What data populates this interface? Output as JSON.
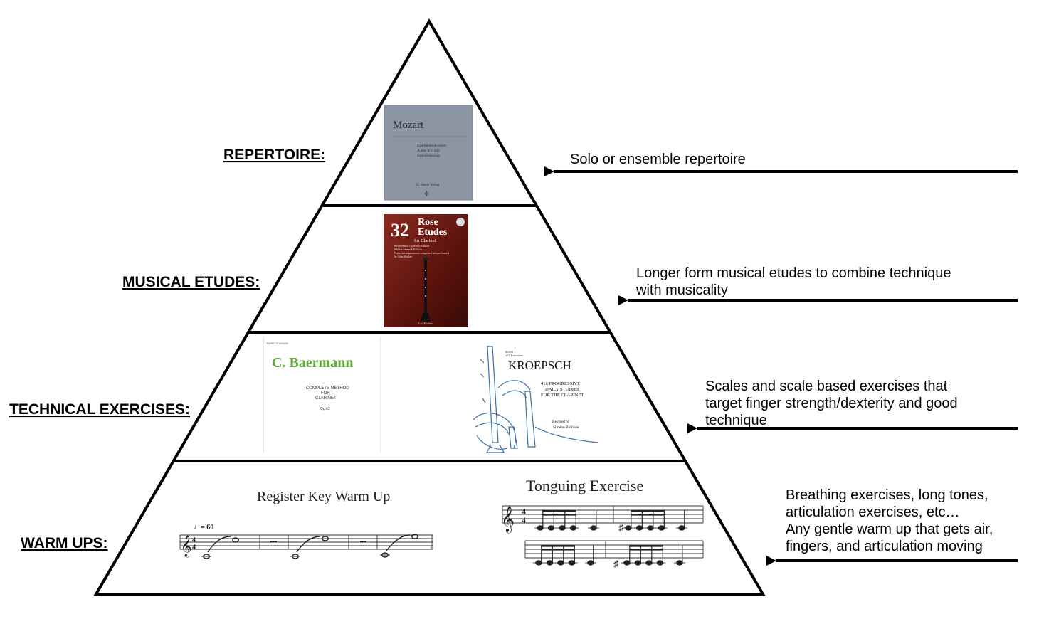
{
  "levels": [
    {
      "label": "REPERTOIRE:",
      "description": [
        "Solo or ensemble repertoire"
      ],
      "books": [
        {
          "title": "Mozart",
          "subtitle": [
            "Klarinettenkonzert",
            "A-dur KV 622",
            "Klavierauszug"
          ],
          "publisher": "G. Henle Verlag",
          "color": "#8b95a3"
        }
      ]
    },
    {
      "label": "MUSICAL ETUDES:",
      "description": [
        "Longer form musical etudes to combine technique",
        "with musicality"
      ],
      "books": [
        {
          "number": "32",
          "title_lines": [
            "Rose",
            "Etudes"
          ],
          "subtitle": "for Clarinet",
          "fine_print": [
            "Revised and Corrected Edition",
            "Melvin Shaneck Edition",
            "Piano accompaniment composed and performed",
            "by John Walker"
          ],
          "publisher": "Carl Fischer",
          "color": "#6b1a14"
        }
      ]
    },
    {
      "label": "TECHNICAL EXERCISES:",
      "description": [
        "Scales and scale based exercises that",
        "target finger strength/dexterity and good",
        "technique"
      ],
      "books": [
        {
          "series": "THIRD DIVISION",
          "title": "C. Baermann",
          "subtitle": [
            "COMPLETE METHOD",
            "FOR",
            "CLARINET"
          ],
          "opus": "Op.63",
          "title_color": "#5fae3a"
        },
        {
          "book": [
            "BOOK 1",
            "167 Exercises"
          ],
          "title": "KROEPSCH",
          "subtitle": [
            "416 PROGRESSIVE",
            "DAILY STUDIES",
            "FOR THE CLARINET"
          ],
          "revised": [
            "Revised by",
            "Simeon Bellison"
          ]
        }
      ]
    },
    {
      "label": "WARM UPS:",
      "description": [
        "Breathing exercises, long tones,",
        "articulation exercises, etc…",
        "Any gentle warm up that gets air,",
        "fingers, and articulation moving"
      ],
      "scores": [
        {
          "title": "Register Key Warm Up",
          "tempo": "♩= 60",
          "clef": "𝄞",
          "meter": [
            "4",
            "4"
          ]
        },
        {
          "title": "Tonguing Exercise",
          "clef": "𝄞",
          "meter": [
            "4",
            "4"
          ],
          "accidental": "♯"
        }
      ]
    }
  ],
  "colors": {
    "line": "#000000",
    "repertoire_book": "#8b95a3",
    "etudes_book": "#6b1a14",
    "baermann_title": "#5fae3a",
    "sketch": "#3d6fa8"
  }
}
